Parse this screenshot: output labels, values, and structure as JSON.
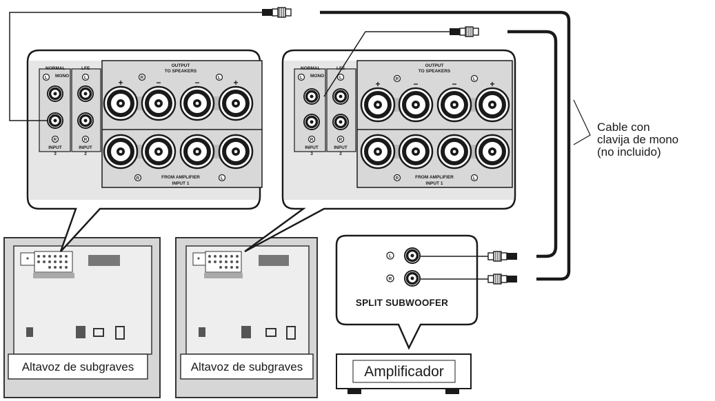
{
  "panel_labels": {
    "normal": "NORMAL",
    "mono": "MONO",
    "lfe": "LFE",
    "output_line1": "OUTPUT",
    "output_line2": "TO SPEAKERS",
    "from_amp_line1": "FROM AMPLIFIER",
    "from_amp_line2": "INPUT 1",
    "input3_line1": "INPUT",
    "input3_line2": "3",
    "input2_line1": "INPUT",
    "input2_line2": "2",
    "plus": "+",
    "minus": "−",
    "right_mark": "R",
    "left_mark": "L"
  },
  "subwoofer_caption": "Altavoz de subgraves",
  "split_subwoofer_label": "SPLIT SUBWOOFER",
  "amplifier_label": "Amplificador",
  "cable_label": [
    "Cable con",
    "clavija de mono",
    "(no incluido)"
  ]
}
